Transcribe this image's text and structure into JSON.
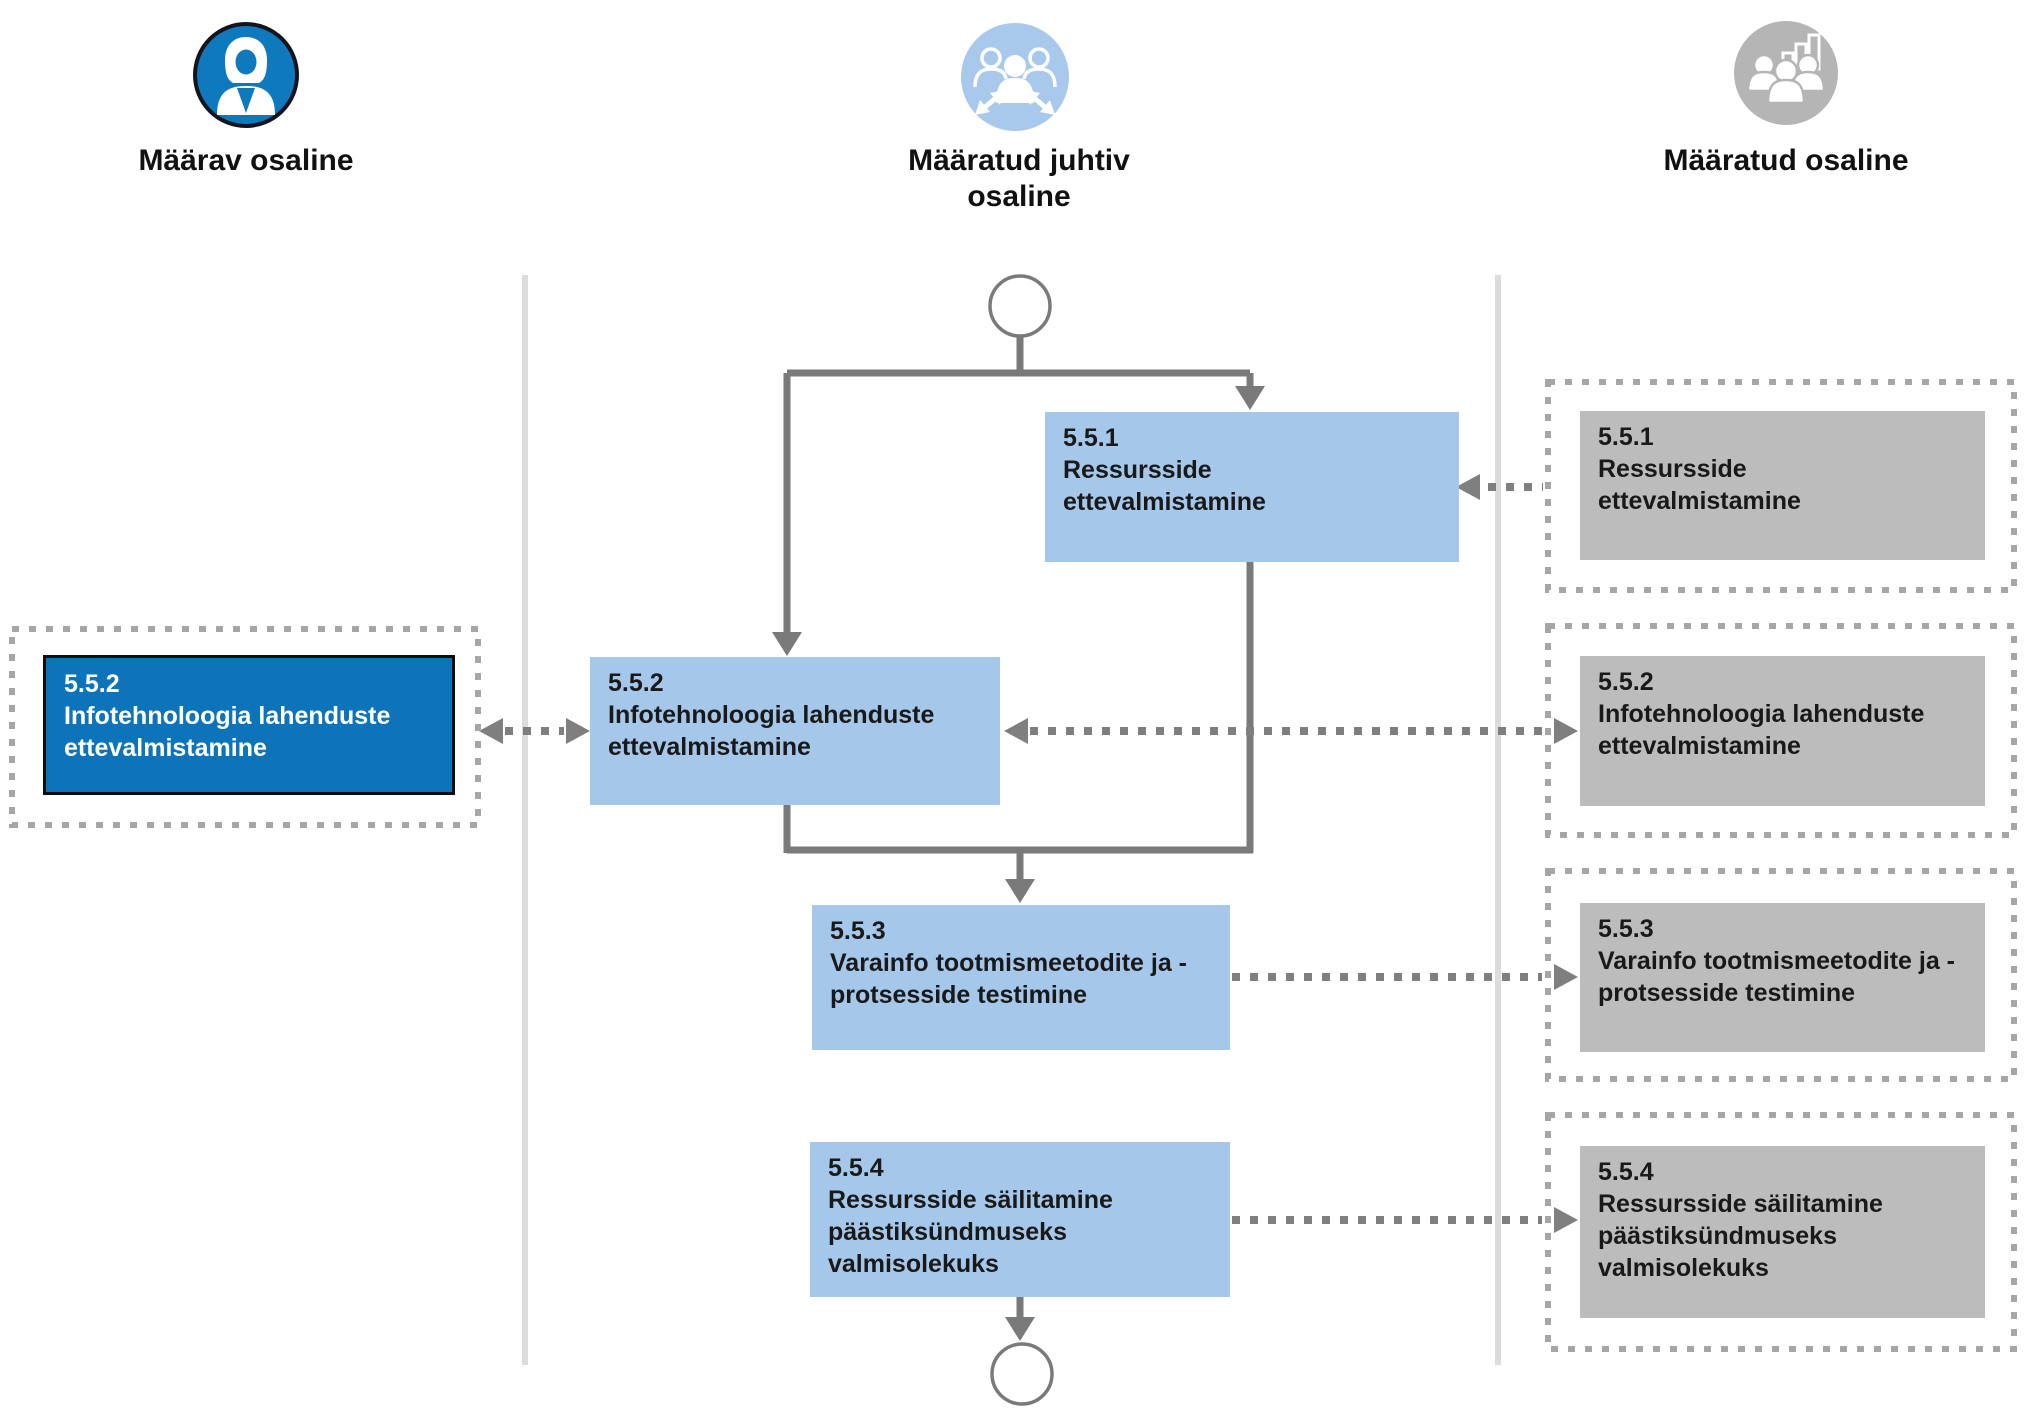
{
  "header": {
    "roles": {
      "determiner": {
        "label": "Määrav osaline",
        "icon": "person-icon"
      },
      "lead": {
        "label": "Määratud juhtiv osaline",
        "icon": "team-arrows-icon"
      },
      "assigned": {
        "label": "Määratud osaline",
        "icon": "team-chart-icon"
      }
    }
  },
  "tasks": {
    "t551": {
      "code": "5.5.1",
      "lines": [
        "Ressursside",
        "ettevalmistamine"
      ]
    },
    "t552": {
      "code": "5.5.2",
      "lines": [
        "Infotehnoloogia lahenduste",
        "ettevalmistamine"
      ]
    },
    "t553": {
      "code": "5.5.3",
      "lines": [
        "Varainfo tootmismeetodite ja -",
        "protsesside testimine"
      ]
    },
    "t554": {
      "code": "5.5.4",
      "lines": [
        "Ressursside säilitamine",
        "päästiksündmuseks",
        "valmisolekuks"
      ]
    }
  },
  "colors": {
    "task_blue": "#a5c8ea",
    "task_dark_blue": "#0d74ba",
    "task_gray": "#bcbcbc",
    "role_determiner_circle": "#0f79be",
    "role_lead_circle": "#a9c9ec",
    "role_assigned_circle": "#b5b5b5",
    "flow_line": "#7a7a7a",
    "dotted_line": "#7f7f7f",
    "container_border": "#a6a6a6",
    "lane_divider": "#dcdcdc"
  }
}
